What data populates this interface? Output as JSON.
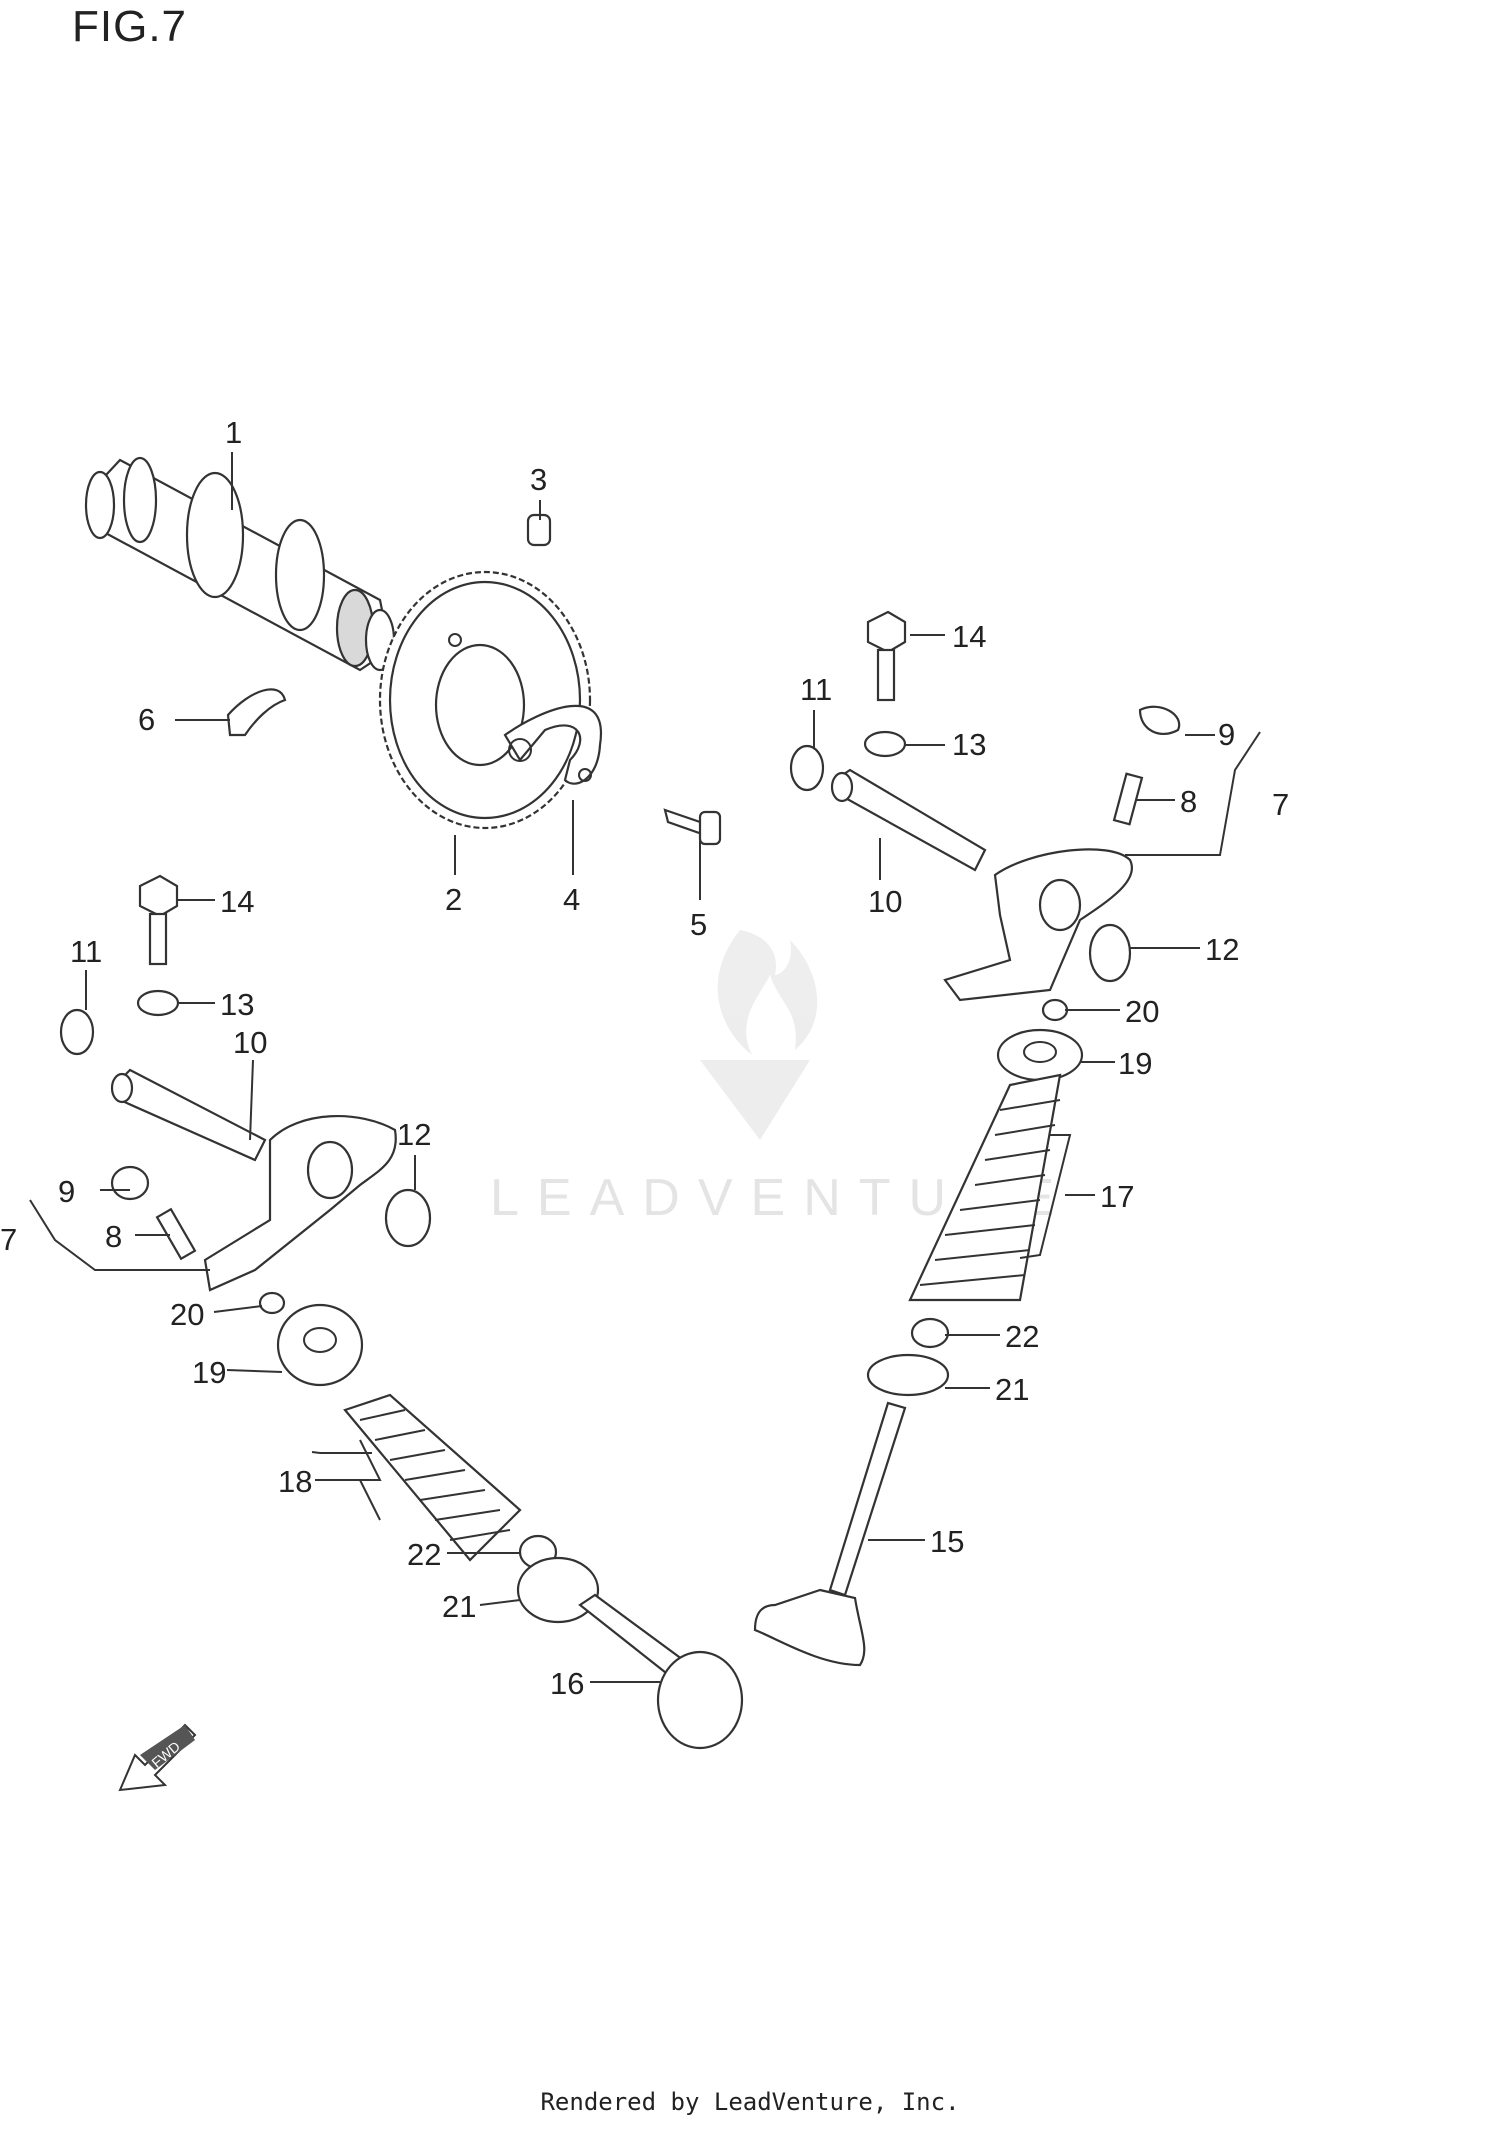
{
  "figure": {
    "title": "FIG.7"
  },
  "footer": {
    "credit": "Rendered by LeadVenture, Inc."
  },
  "watermark": {
    "text": "LEADVENTURE",
    "color": "#e2e2e2"
  },
  "fwd_arrow": {
    "label": "FWD"
  },
  "callouts": {
    "c1": "1",
    "c2": "2",
    "c3": "3",
    "c4": "4",
    "c5": "5",
    "c6": "6",
    "c7a": "7",
    "c7b": "7",
    "c8a": "8",
    "c8b": "8",
    "c9a": "9",
    "c9b": "9",
    "c10a": "10",
    "c10b": "10",
    "c11a": "11",
    "c11b": "11",
    "c12a": "12",
    "c12b": "12",
    "c13a": "13",
    "c13b": "13",
    "c14a": "14",
    "c14b": "14",
    "c15": "15",
    "c16": "16",
    "c17": "17",
    "c18": "18",
    "c19a": "19",
    "c19b": "19",
    "c20a": "20",
    "c20b": "20",
    "c21a": "21",
    "c21b": "21",
    "c22a": "22",
    "c22b": "22"
  }
}
